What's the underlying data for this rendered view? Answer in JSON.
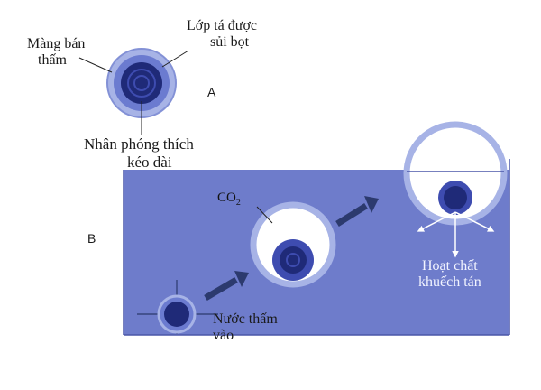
{
  "labels": {
    "semi_permeable_membrane": [
      "Màng bán",
      "thấm"
    ],
    "effervescent_layer": [
      "Lớp tá được",
      "sủi bọt"
    ],
    "panel_a": "A",
    "extended_release_core": [
      "Nhân phóng thích",
      "kéo dài"
    ],
    "panel_b": "B",
    "co2_main": "CO",
    "co2_sub": "2",
    "water_penetrates": [
      "Nước thấm",
      "vào"
    ],
    "drug_diffuses": [
      "Hoạt chất",
      "khuếch tán"
    ]
  },
  "colors": {
    "water": "#6e7ccb",
    "water_edge": "#4a57a8",
    "core_dark": "#1f2a78",
    "core_mid": "#3e4cb0",
    "membrane": "#a7b3e6",
    "membrane_edge": "#8391d6",
    "effervescent_ring": "#6b7bd0",
    "co2_bubble": "#ffffff",
    "arrow": "#2c3a6e",
    "pointer": "#222222",
    "diffusion_arrow": "#ffffff"
  }
}
